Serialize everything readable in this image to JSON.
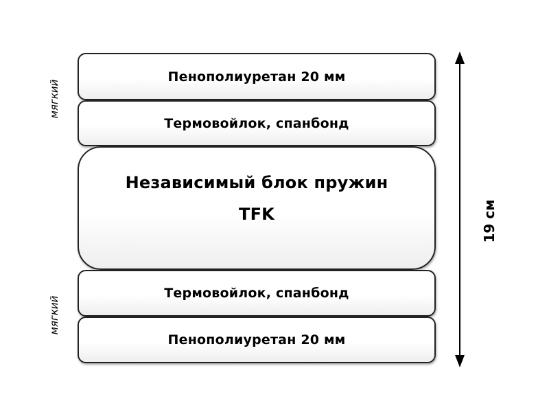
{
  "layers": [
    {
      "label": "Пенополиуретан 20 мм"
    },
    {
      "label": "Термовойлок, спанбонд"
    },
    {
      "core_line1": "Независимый блок пружин",
      "core_line2": "TFK"
    },
    {
      "label": "Термовойлок, спанбонд"
    },
    {
      "label": "Пенополиуретан 20 мм"
    }
  ],
  "side_labels": {
    "top": "мягкий",
    "bottom": "мягкий"
  },
  "dimension": {
    "label": "19 см"
  },
  "colors": {
    "border": "#222222",
    "text": "#000000",
    "background": "#ffffff"
  }
}
